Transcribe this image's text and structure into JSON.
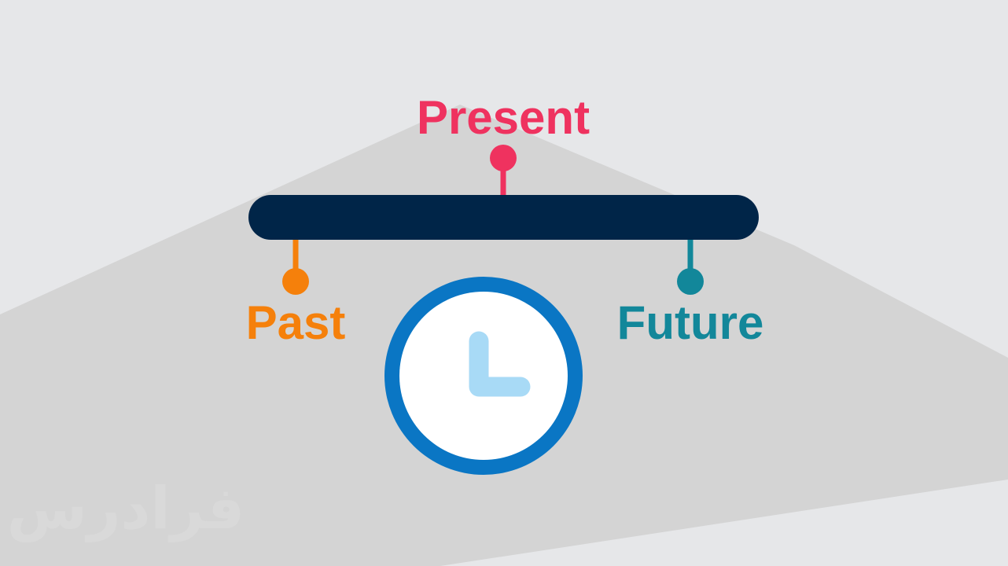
{
  "labels": {
    "present": "Present",
    "past": "Past",
    "future": "Future"
  },
  "watermark": "فرادرس",
  "icons": {
    "clock": "clock-icon"
  },
  "colors": {
    "background": "#e6e7e9",
    "shadow": "#d4d4d4",
    "bar": "#002548",
    "present": "#ef325f",
    "past": "#f5800b",
    "future": "#12879a",
    "clock_ring": "#0a76c4",
    "clock_face": "#ffffff",
    "clock_hands": "#a8daf6",
    "watermark": "#d9d9d9"
  }
}
